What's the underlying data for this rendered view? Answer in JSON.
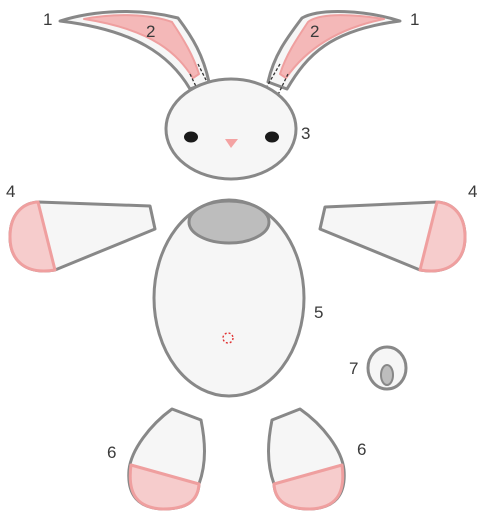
{
  "labels": {
    "ear_outer_left": "1",
    "ear_outer_right": "1",
    "ear_inner_left": "2",
    "ear_inner_right": "2",
    "head": "3",
    "arm_left": "4",
    "arm_right": "4",
    "body": "5",
    "leg_left": "6",
    "leg_right": "6",
    "tail": "7"
  },
  "colors": {
    "outline": "#888888",
    "fill": "#f6f6f6",
    "pink_fill": "#f6cccc",
    "pink_stroke": "#ef9f9f",
    "inner_ear_fill": "#f4b8b8",
    "belly_patch": "#bdbdbd",
    "nose": "#f4a3a3",
    "eye": "#1a1a1a",
    "center_mark": "#e03030"
  }
}
